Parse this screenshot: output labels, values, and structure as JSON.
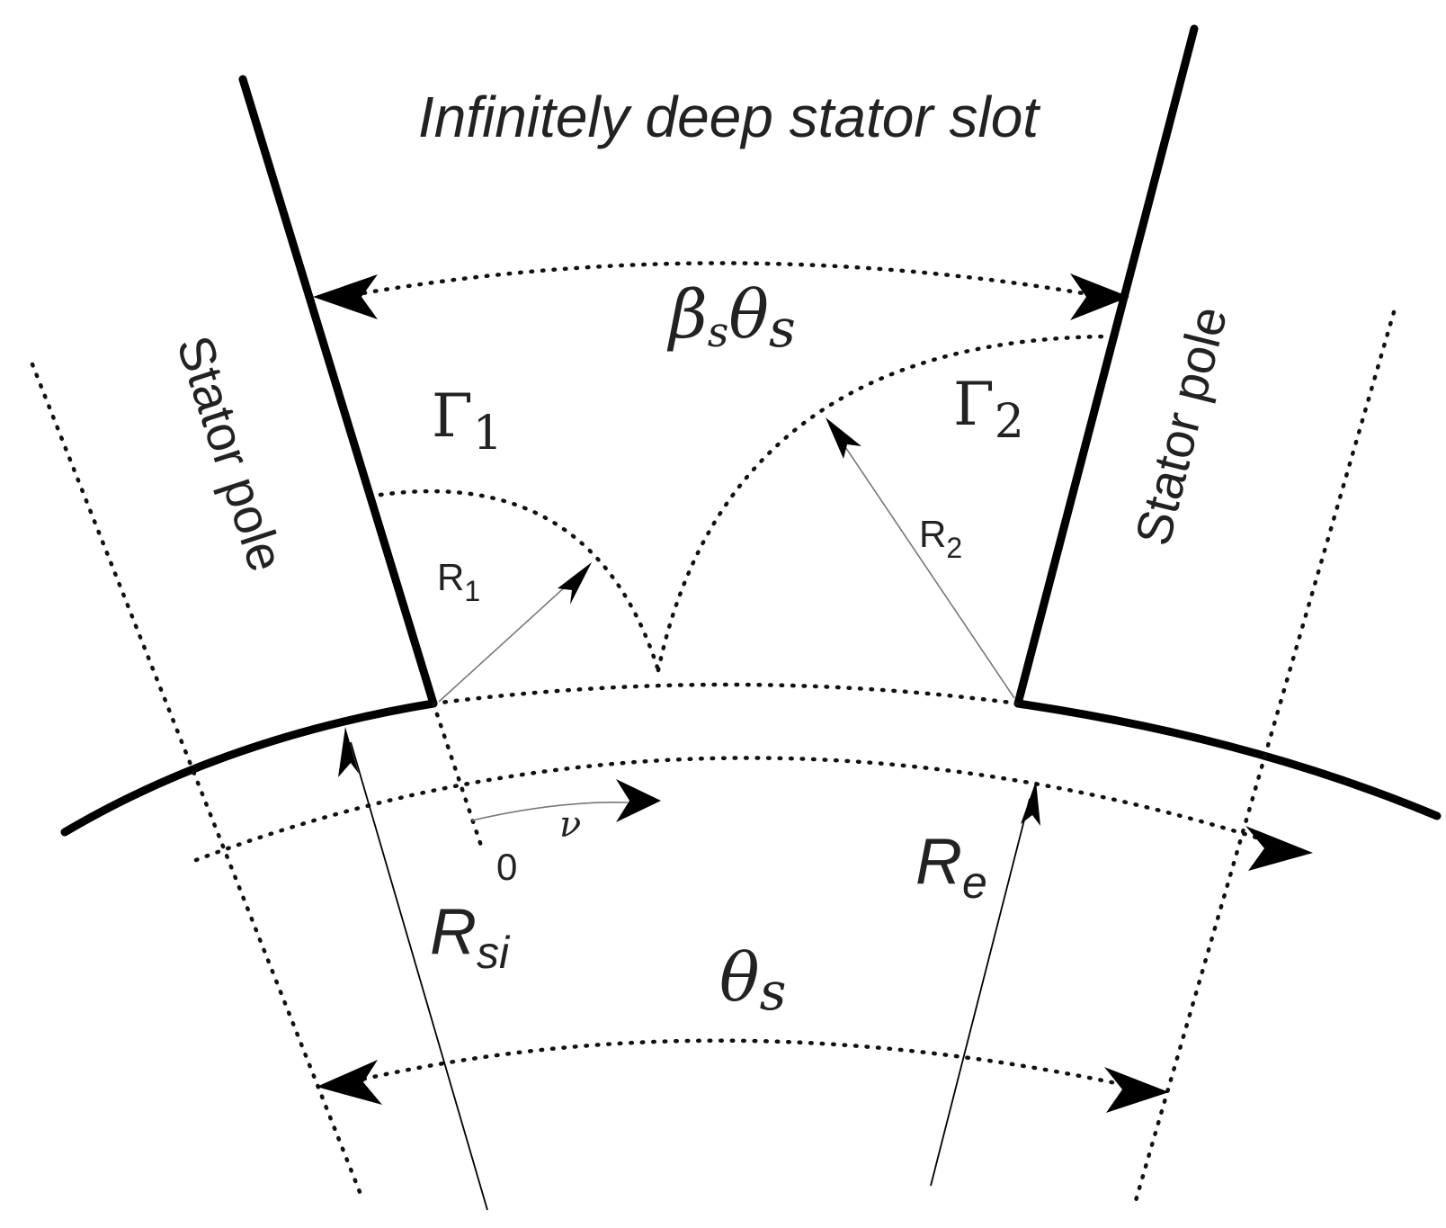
{
  "diagram": {
    "title": "Infinitely deep stator slot",
    "stator_pole_left": "Stator pole",
    "stator_pole_right": "Stator pole",
    "slot_opening_angle": {
      "beta": "β",
      "beta_sub": "s",
      "theta": "θ",
      "theta_sub": "s"
    },
    "slot_pitch_angle": {
      "theta": "θ",
      "theta_sub": "s"
    },
    "gamma_1": {
      "symbol": "Γ",
      "sub": "1"
    },
    "gamma_2": {
      "symbol": "Γ",
      "sub": "2"
    },
    "r_1": {
      "symbol": "R",
      "sub": "1"
    },
    "r_2": {
      "symbol": "R",
      "sub": "2"
    },
    "r_si": {
      "symbol": "R",
      "sub": "si"
    },
    "r_e": {
      "symbol": "R",
      "sub": "e"
    },
    "origin_label": "0",
    "nu_label": "ν"
  }
}
